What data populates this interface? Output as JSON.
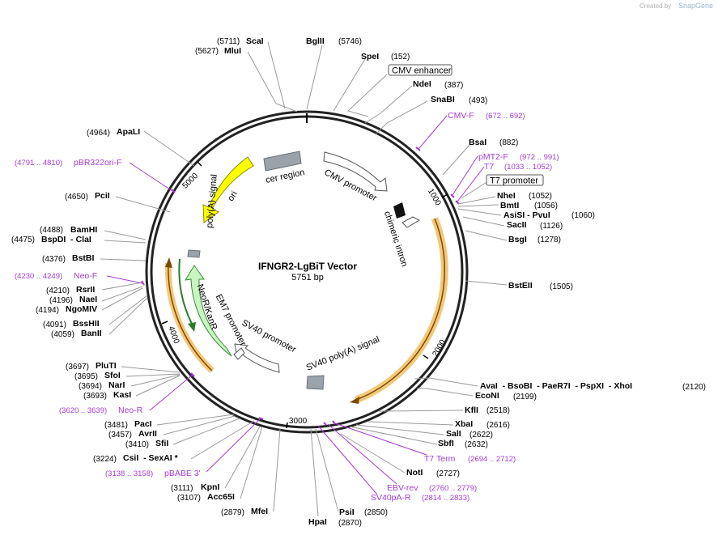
{
  "header": {
    "created_by": "Created by",
    "brand": "SnapGene"
  },
  "map": {
    "title": "IFNGR2-LgBiT Vector",
    "size": "5751 bp",
    "ticks": [
      "1000",
      "2000",
      "3000",
      "4000",
      "5000"
    ]
  },
  "features": [
    {
      "id": "cmv_enh",
      "label": "CMV enhancer",
      "boxed": true
    },
    {
      "id": "cmv_prom",
      "label": "CMV promoter"
    },
    {
      "id": "chim_intron",
      "label": "chimeric intron"
    },
    {
      "id": "t7_prom",
      "label": "T7 promoter",
      "boxed": true
    },
    {
      "id": "sv40_pa",
      "label": "SV40 poly(A) signal"
    },
    {
      "id": "sv40_prom",
      "label": "SV40 promoter"
    },
    {
      "id": "em7",
      "label": "EM7 promoter"
    },
    {
      "id": "neo",
      "label": "NeoR/KanR"
    },
    {
      "id": "polya",
      "label": "poly(A) signal"
    },
    {
      "id": "ori",
      "label": "ori"
    },
    {
      "id": "cer",
      "label": "cer region"
    }
  ],
  "sites_left": [
    {
      "name": "ScaI",
      "pos": "(5711)"
    },
    {
      "name": "MluI",
      "pos": "(5627)"
    },
    {
      "name": "ApaLI",
      "pos": "(4964)"
    },
    {
      "name": "PciI",
      "pos": "(4650)"
    },
    {
      "name": "BamHI",
      "pos": "(4488)"
    },
    {
      "name": "BspDI  - ClaI",
      "pos": "(4475)"
    },
    {
      "name": "BstBI",
      "pos": "(4376)"
    },
    {
      "name": "RsrII",
      "pos": "(4210)"
    },
    {
      "name": "NaeI",
      "pos": "(4196)"
    },
    {
      "name": "NgoMIV",
      "pos": "(4194)"
    },
    {
      "name": "BssHII",
      "pos": "(4091)"
    },
    {
      "name": "BanII",
      "pos": "(4059)"
    },
    {
      "name": "PluTI",
      "pos": "(3697)"
    },
    {
      "name": "SfoI",
      "pos": "(3695)"
    },
    {
      "name": "NarI",
      "pos": "(3694)"
    },
    {
      "name": "KasI",
      "pos": "(3693)"
    },
    {
      "name": "PacI",
      "pos": "(3481)"
    },
    {
      "name": "AvrII",
      "pos": "(3457)"
    },
    {
      "name": "SfiI",
      "pos": "(3410)"
    },
    {
      "name": "CsiI  - SexAI *",
      "pos": "(3224)"
    },
    {
      "name": "KpnI",
      "pos": "(3111)"
    },
    {
      "name": "Acc65I",
      "pos": "(3107)"
    },
    {
      "name": "MfeI",
      "pos": "(2879)"
    }
  ],
  "sites_right": [
    {
      "name": "BglII",
      "pos": "(5746)"
    },
    {
      "name": "SpeI",
      "pos": "(152)"
    },
    {
      "name": "NdeI",
      "pos": "(387)"
    },
    {
      "name": "SnaBI",
      "pos": "(493)"
    },
    {
      "name": "BsaI",
      "pos": "(882)"
    },
    {
      "name": "NheI",
      "pos": "(1052)"
    },
    {
      "name": "BmtI",
      "pos": "(1056)"
    },
    {
      "name": "AsiSI  - PvuI",
      "pos": "(1060)"
    },
    {
      "name": "SacII",
      "pos": "(1126)"
    },
    {
      "name": "BsgI",
      "pos": "(1278)"
    },
    {
      "name": "BstEII",
      "pos": "(1505)"
    },
    {
      "name": "AvaI  - BsoBI  - PaeR7I  - PspXI  - XhoI",
      "pos": "(2120)"
    },
    {
      "name": "EcoNI",
      "pos": "(2199)"
    },
    {
      "name": "KflI",
      "pos": "(2518)"
    },
    {
      "name": "XbaI",
      "pos": "(2616)"
    },
    {
      "name": "SalI",
      "pos": "(2622)"
    },
    {
      "name": "SbfI",
      "pos": "(2632)"
    },
    {
      "name": "NotI",
      "pos": "(2727)"
    },
    {
      "name": "PsiI",
      "pos": "(2850)"
    },
    {
      "name": "HpaI",
      "pos": "(2870)"
    }
  ],
  "primers": [
    {
      "name": "CMV-F",
      "pos": "(672 .. 692)"
    },
    {
      "name": "pMT2-F",
      "pos": "(972 .. 991)"
    },
    {
      "name": "T7",
      "pos": "(1033 .. 1052)"
    },
    {
      "name": "pBR322ori-F",
      "pos": "(4791 .. 4810)"
    },
    {
      "name": "Neo-F",
      "pos": "(4230 .. 4249)"
    },
    {
      "name": "Neo-R",
      "pos": "(3620 .. 3639)"
    },
    {
      "name": "pBABE 3'",
      "pos": "(3138 .. 3158)"
    },
    {
      "name": "T7 Term",
      "pos": "(2694 .. 2712)"
    },
    {
      "name": "EBV-rev",
      "pos": "(2760 .. 2779)"
    },
    {
      "name": "SV40pA-R",
      "pos": "(2814 .. 2833)"
    }
  ],
  "colors": {
    "backbone": "#222222",
    "primer": "#a43bd3",
    "ori": "#ffff00",
    "neo": "#c8f5c0",
    "orf_highlight": "#f4c87a",
    "orf_line": "#7a4a00",
    "feature_gray": "#9aa2aa"
  }
}
